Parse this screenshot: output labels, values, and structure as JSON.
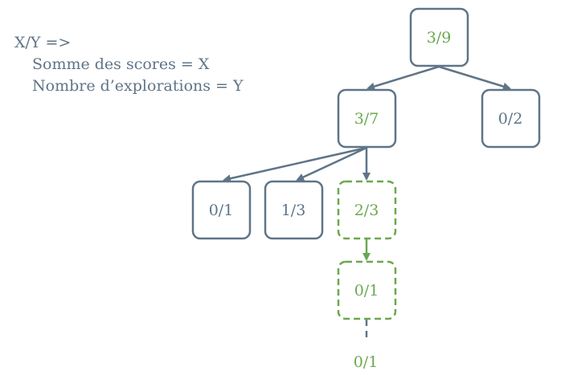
{
  "legend": {
    "line1": "X/Y =>",
    "line2": "Somme des scores = X",
    "line3": "Nombre d’explorations = Y"
  },
  "colors": {
    "slate": "#5f7487",
    "green": "#6aa84f",
    "background": "#ffffff"
  },
  "nodes": {
    "root": "3/9",
    "left": "3/7",
    "right": "0/2",
    "ll": "0/1",
    "lm": "1/3",
    "lr": "2/3",
    "lrc": "0/1",
    "leaf": "0/1"
  }
}
